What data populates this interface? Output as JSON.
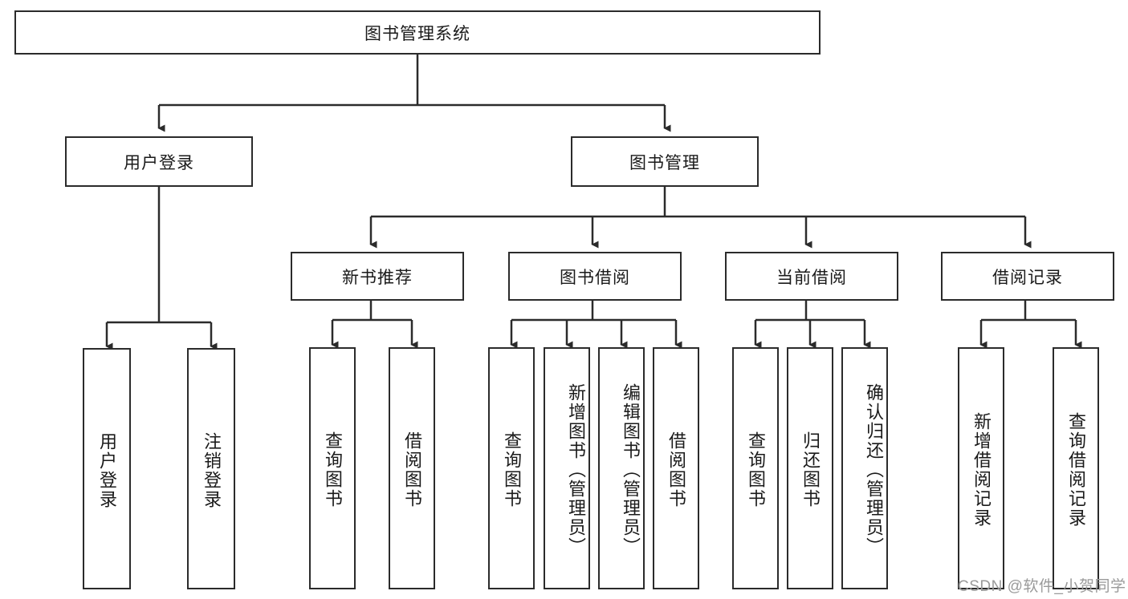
{
  "diagram": {
    "title": "图书管理系统",
    "type": "tree",
    "colors": {
      "node_border": "#2b2b2b",
      "node_fill": "#ffffff",
      "edge": "#2b2b2b",
      "text": "#1a1a1a",
      "watermark": "#9a9a9a"
    },
    "watermark": "CSDN @软件_小贺同学",
    "nodes": {
      "root": {
        "label": "图书管理系统"
      },
      "l2": [
        {
          "id": "user_login",
          "label": "用户登录"
        },
        {
          "id": "book_mgmt",
          "label": "图书管理"
        }
      ],
      "l3": [
        {
          "id": "new_book_rec",
          "label": "新书推荐"
        },
        {
          "id": "book_borrow",
          "label": "图书借阅"
        },
        {
          "id": "current_borrow",
          "label": "当前借阅"
        },
        {
          "id": "borrow_record",
          "label": "借阅记录"
        }
      ],
      "leaves_user_login": [
        {
          "id": "leaf_user_login",
          "label": "用户登录"
        },
        {
          "id": "leaf_logout",
          "label": "注销登录"
        }
      ],
      "leaves_new_book_rec": [
        {
          "id": "leaf_query_book_1",
          "label": "查询图书"
        },
        {
          "id": "leaf_borrow_book_1",
          "label": "借阅图书"
        }
      ],
      "leaves_book_borrow": [
        {
          "id": "leaf_query_book_2",
          "label": "查询图书"
        },
        {
          "id": "leaf_add_book",
          "label": "新增图书（管理员）"
        },
        {
          "id": "leaf_edit_book",
          "label": "编辑图书（管理员）"
        },
        {
          "id": "leaf_borrow_book_2",
          "label": "借阅图书"
        }
      ],
      "leaves_current_borrow": [
        {
          "id": "leaf_query_book_3",
          "label": "查询图书"
        },
        {
          "id": "leaf_return_book",
          "label": "归还图书"
        },
        {
          "id": "leaf_confirm_return",
          "label": "确认归还（管理员）"
        }
      ],
      "leaves_borrow_record": [
        {
          "id": "leaf_add_record",
          "label": "新增借阅记录"
        },
        {
          "id": "leaf_query_record",
          "label": "查询借阅记录"
        }
      ]
    },
    "edges": [
      {
        "from": "root",
        "to": "user_login"
      },
      {
        "from": "root",
        "to": "book_mgmt"
      },
      {
        "from": "user_login",
        "to": "leaf_user_login"
      },
      {
        "from": "user_login",
        "to": "leaf_logout"
      },
      {
        "from": "book_mgmt",
        "to": "new_book_rec"
      },
      {
        "from": "book_mgmt",
        "to": "book_borrow"
      },
      {
        "from": "book_mgmt",
        "to": "current_borrow"
      },
      {
        "from": "book_mgmt",
        "to": "borrow_record"
      },
      {
        "from": "new_book_rec",
        "to": "leaf_query_book_1"
      },
      {
        "from": "new_book_rec",
        "to": "leaf_borrow_book_1"
      },
      {
        "from": "book_borrow",
        "to": "leaf_query_book_2"
      },
      {
        "from": "book_borrow",
        "to": "leaf_add_book"
      },
      {
        "from": "book_borrow",
        "to": "leaf_edit_book"
      },
      {
        "from": "book_borrow",
        "to": "leaf_borrow_book_2"
      },
      {
        "from": "current_borrow",
        "to": "leaf_query_book_3"
      },
      {
        "from": "current_borrow",
        "to": "leaf_return_book"
      },
      {
        "from": "current_borrow",
        "to": "leaf_confirm_return"
      },
      {
        "from": "borrow_record",
        "to": "leaf_add_record"
      },
      {
        "from": "borrow_record",
        "to": "leaf_query_record"
      }
    ]
  }
}
